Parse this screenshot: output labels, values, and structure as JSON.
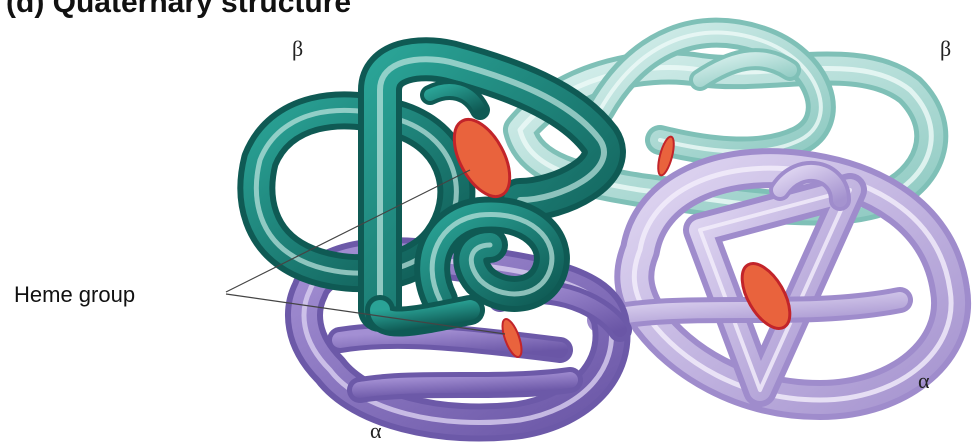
{
  "figure": {
    "title": "(d) Quaternary structure",
    "heme_label": "Heme group",
    "subunits": {
      "beta_left": "β",
      "beta_right": "β",
      "alpha_right": "α",
      "alpha_left": "α"
    },
    "colors": {
      "beta_dark": "#1f8a80",
      "beta_light": "#a9d9d3",
      "alpha_purple": "#8a74c0",
      "alpha_lavender": "#c4b6e3",
      "heme": "#e9633d",
      "heme_edge": "#c2242a"
    }
  }
}
